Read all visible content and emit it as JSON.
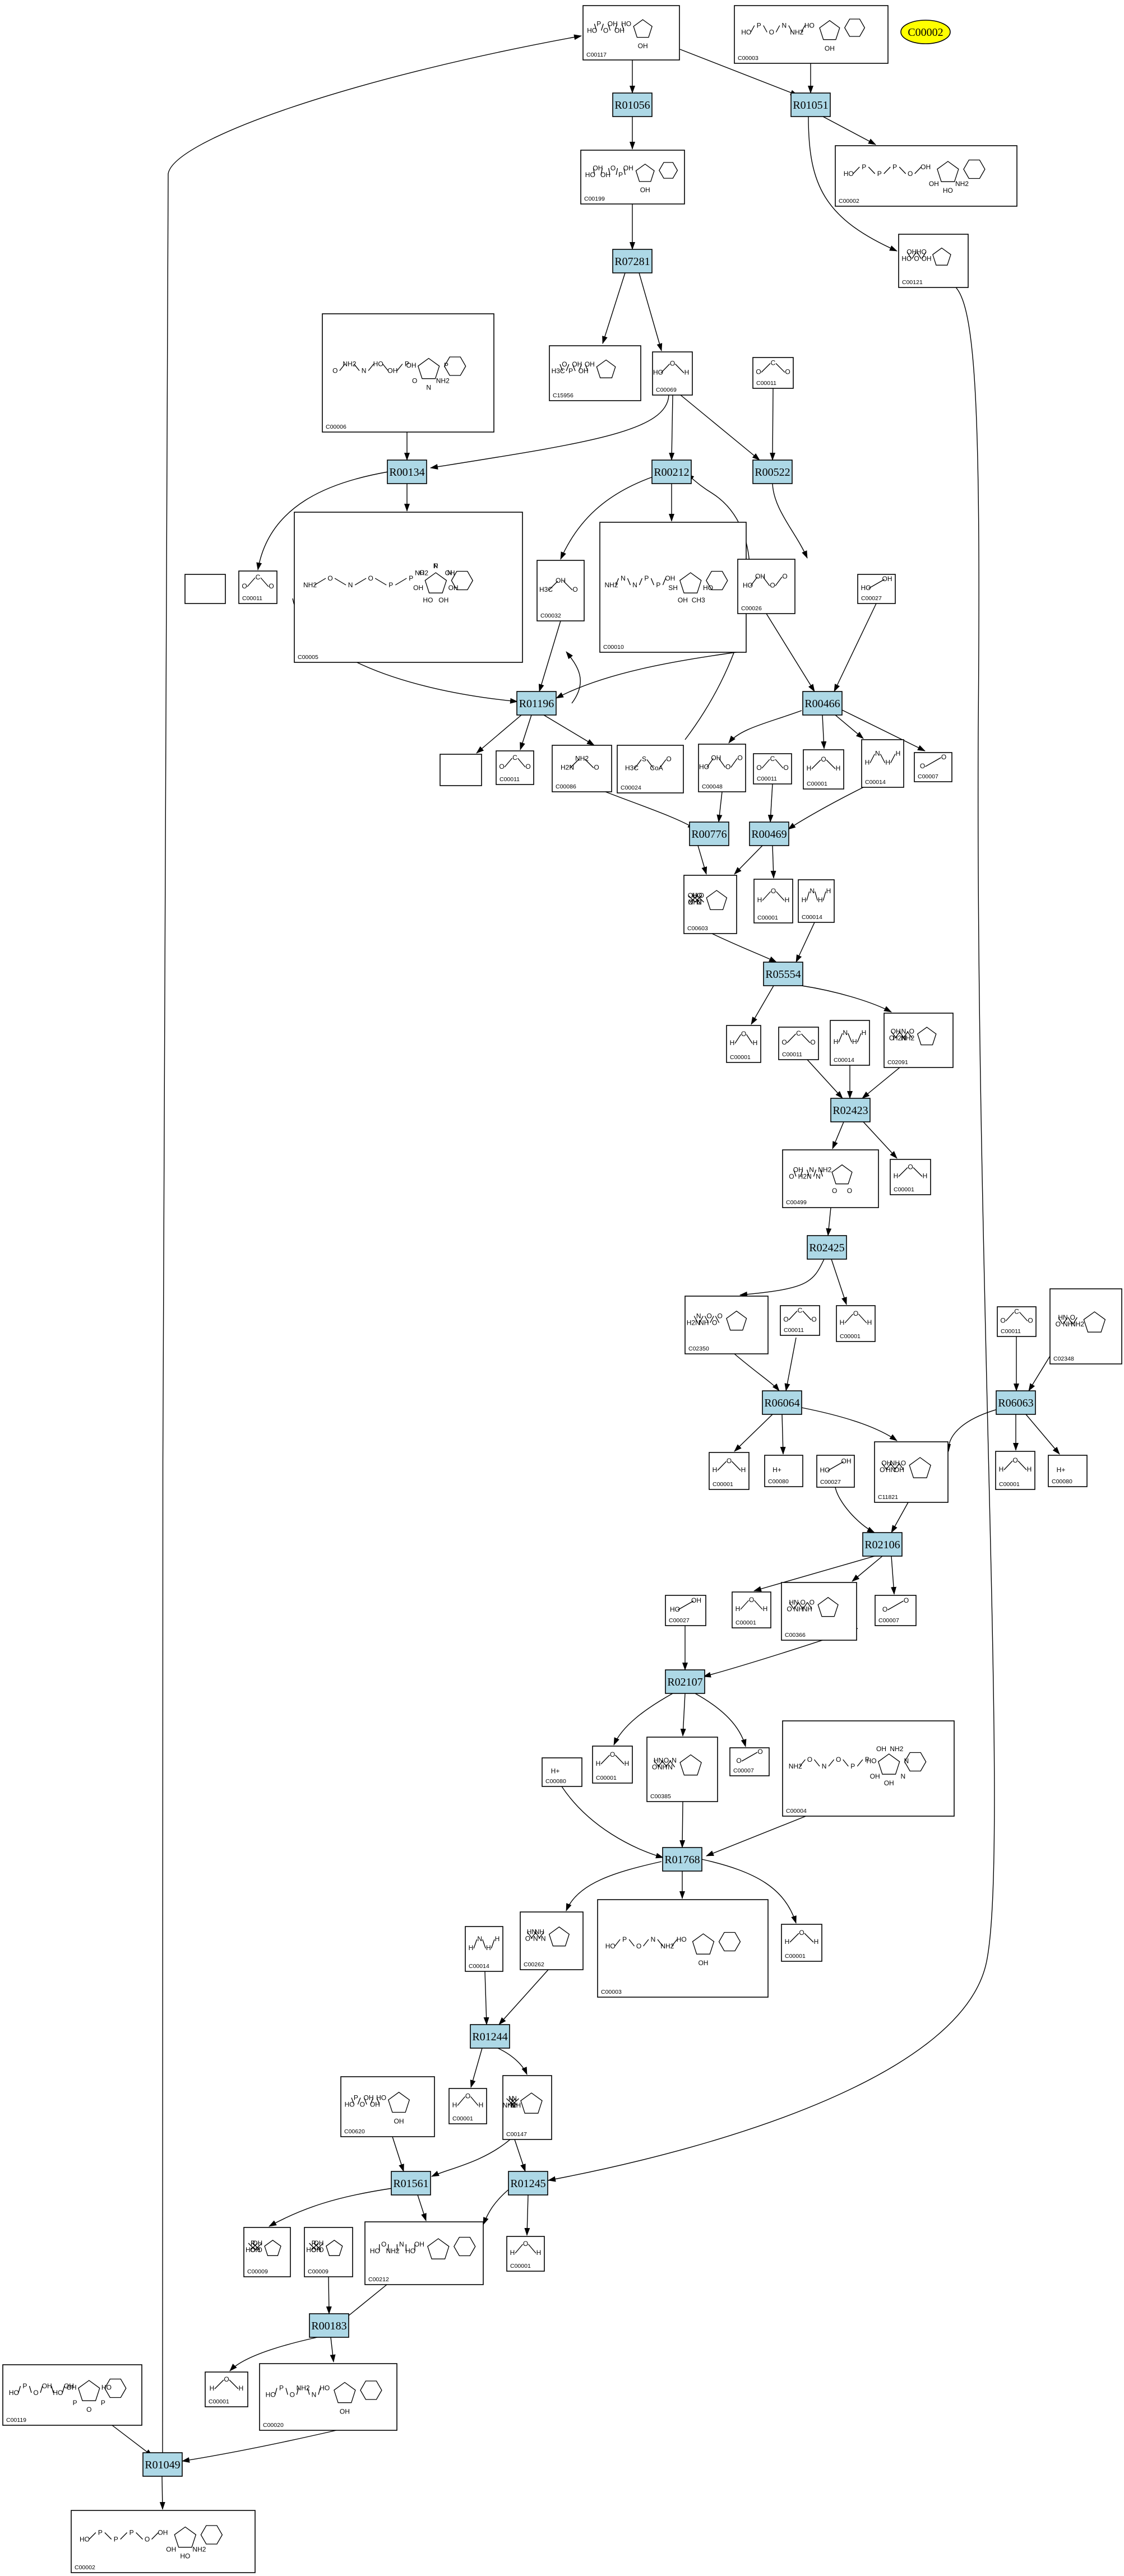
{
  "legend": {
    "highlight": "C00002",
    "highlight_color": "#ffff00"
  },
  "colors": {
    "reaction_fill": "#add8e6",
    "compound_fill": "#ffffff",
    "edge": "#000000"
  },
  "reactions": [
    "R01056",
    "R01051",
    "R07281",
    "R00134",
    "R00212",
    "R00522",
    "R01196",
    "R00466",
    "R00776",
    "R00469",
    "R05554",
    "R02423",
    "R02425",
    "R06064",
    "R06063",
    "R02106",
    "R02107",
    "R01768",
    "R01244",
    "R01561",
    "R01245",
    "R00183",
    "R01049"
  ],
  "compounds": [
    {
      "id": "C00117",
      "atoms": [
        "HO",
        "P",
        "O",
        "OH",
        "OH",
        "HO",
        "OH"
      ]
    },
    {
      "id": "C00003",
      "atoms": [
        "HO",
        "P",
        "O",
        "N",
        "NH2",
        "HO",
        "OH"
      ]
    },
    {
      "id": "C00199",
      "atoms": [
        "HO",
        "OH",
        "OH",
        "O",
        "P",
        "OH",
        "OH"
      ]
    },
    {
      "id": "C00002",
      "atoms": [
        "HO",
        "P",
        "P",
        "P",
        "O",
        "OH",
        "NH2",
        "HO",
        "OH"
      ]
    },
    {
      "id": "C00121",
      "atoms": [
        "HO",
        "OH",
        "O",
        "HO",
        "OH"
      ]
    },
    {
      "id": "C15956",
      "atoms": [
        "H3C",
        "O",
        "P",
        "OH",
        "OH",
        "OH"
      ]
    },
    {
      "id": "C00069",
      "atoms": [
        "HO",
        "O",
        "H"
      ]
    },
    {
      "id": "C00011",
      "atoms": [
        "O",
        "C",
        "O"
      ]
    },
    {
      "id": "C00006",
      "atoms": [
        "O",
        "NH2",
        "N",
        "HO",
        "OH",
        "P",
        "P",
        "NH2",
        "N",
        "O",
        "OH"
      ]
    },
    {
      "id": "C00005",
      "atoms": [
        "NH2",
        "O",
        "N",
        "O",
        "P",
        "P",
        "NH2",
        "N",
        "N",
        "OH",
        "OH",
        "HO",
        "OH",
        "O",
        "P",
        "OH"
      ]
    },
    {
      "id": "C00032",
      "atoms": [
        "H3C",
        "OH",
        "O"
      ]
    },
    {
      "id": "C00010",
      "atoms": [
        "NH2",
        "N",
        "N",
        "P",
        "P",
        "OH",
        "HO",
        "CH3",
        "OH",
        "SH"
      ]
    },
    {
      "id": "C00026",
      "atoms": [
        "HO",
        "OH",
        "O",
        "O"
      ]
    },
    {
      "id": "C00027",
      "atoms": [
        "HO",
        "OH"
      ]
    },
    {
      "id": "C00086",
      "atoms": [
        "H2N",
        "NH2",
        "O"
      ]
    },
    {
      "id": "C00024",
      "atoms": [
        "H3C",
        "S",
        "CoA",
        "O"
      ]
    },
    {
      "id": "C00007",
      "atoms": [
        "O",
        "O"
      ]
    },
    {
      "id": "C00048",
      "atoms": [
        "HO",
        "OH",
        "O",
        "O"
      ]
    },
    {
      "id": "C00001",
      "atoms": [
        "H",
        "O",
        "H"
      ]
    },
    {
      "id": "C00014",
      "atoms": [
        "H",
        "N",
        "H",
        "H"
      ]
    },
    {
      "id": "C00603",
      "atoms": [
        "O",
        "OH",
        "NH2",
        "HO",
        "N",
        "O"
      ]
    },
    {
      "id": "C02091",
      "atoms": [
        "O",
        "OH",
        "H2N",
        "N",
        "NH2",
        "O"
      ]
    },
    {
      "id": "C00499",
      "atoms": [
        "O",
        "OH",
        "H2N",
        "N",
        "N",
        "NH2",
        "O",
        "O"
      ]
    },
    {
      "id": "C02350",
      "atoms": [
        "H2N",
        "N",
        "NH",
        "O",
        "O",
        "O"
      ]
    },
    {
      "id": "C02348",
      "atoms": [
        "O",
        "HN",
        "NH",
        "O",
        "NH2"
      ]
    },
    {
      "id": "C00080",
      "atoms": [
        "H+"
      ]
    },
    {
      "id": "C11821",
      "atoms": [
        "O",
        "OH",
        "HN",
        "NH",
        "OH",
        "O"
      ]
    },
    {
      "id": "C00366",
      "atoms": [
        "O",
        "HN",
        "NH",
        "O",
        "NH",
        "O"
      ]
    },
    {
      "id": "C00385",
      "atoms": [
        "O",
        "HN",
        "NH",
        "O",
        "N",
        "N"
      ]
    },
    {
      "id": "C00004",
      "atoms": [
        "NH2",
        "O",
        "N",
        "O",
        "P",
        "P",
        "NH2",
        "N",
        "N",
        "OH",
        "OH",
        "HO",
        "OH"
      ]
    },
    {
      "id": "C00262",
      "atoms": [
        "O",
        "HN",
        "N",
        "NH",
        "N"
      ]
    },
    {
      "id": "C00147",
      "atoms": [
        "NH2",
        "N",
        "N",
        "N",
        "NH"
      ]
    },
    {
      "id": "C00620",
      "atoms": [
        "HO",
        "P",
        "O",
        "OH",
        "OH",
        "HO",
        "OH"
      ]
    },
    {
      "id": "C00212",
      "atoms": [
        "HO",
        "O",
        "NH2",
        "N",
        "HO",
        "OH"
      ]
    },
    {
      "id": "C00009",
      "atoms": [
        "HO",
        "P",
        "OH",
        "OH",
        "O"
      ]
    },
    {
      "id": "C00020",
      "atoms": [
        "HO",
        "P",
        "O",
        "NH2",
        "N",
        "HO",
        "OH"
      ]
    },
    {
      "id": "C00119",
      "atoms": [
        "HO",
        "P",
        "O",
        "OH",
        "HO",
        "OH",
        "HO",
        "P",
        "O",
        "P",
        "OH"
      ]
    }
  ]
}
